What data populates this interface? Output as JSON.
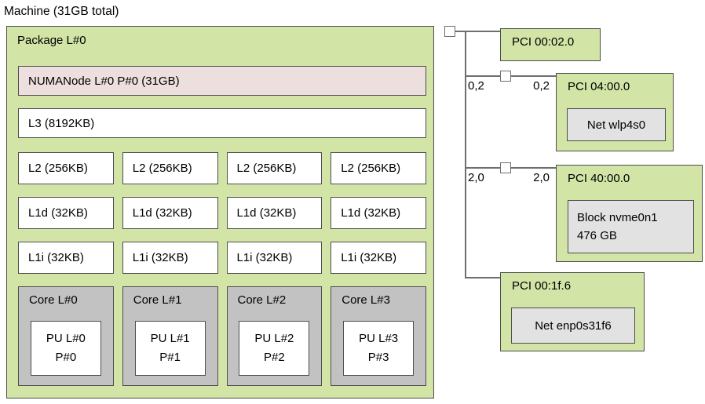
{
  "machine": {
    "title": "Machine (31GB total)"
  },
  "package": {
    "label": "Package L#0",
    "numanode": {
      "label": "NUMANode L#0 P#0 (31GB)"
    },
    "l3": {
      "label": "L3 (8192KB)"
    },
    "l2": [
      "L2 (256KB)",
      "L2 (256KB)",
      "L2 (256KB)",
      "L2 (256KB)"
    ],
    "l1d": [
      "L1d (32KB)",
      "L1d (32KB)",
      "L1d (32KB)",
      "L1d (32KB)"
    ],
    "l1i": [
      "L1i (32KB)",
      "L1i (32KB)",
      "L1i (32KB)",
      "L1i (32KB)"
    ],
    "cores": [
      {
        "label": "Core L#0",
        "pu_line1": "PU L#0",
        "pu_line2": "P#0"
      },
      {
        "label": "Core L#1",
        "pu_line1": "PU L#1",
        "pu_line2": "P#1"
      },
      {
        "label": "Core L#2",
        "pu_line1": "PU L#2",
        "pu_line2": "P#2"
      },
      {
        "label": "Core L#3",
        "pu_line1": "PU L#3",
        "pu_line2": "P#3"
      }
    ]
  },
  "pci_tree": {
    "devices": [
      {
        "label": "PCI 00:02.0"
      },
      {
        "label": "PCI 04:00.0",
        "child": "Net wlp4s0"
      },
      {
        "label": "PCI 40:00.0",
        "child_line1": "Block nvme0n1",
        "child_line2": "476 GB"
      },
      {
        "label": "PCI 00:1f.6",
        "child": "Net enp0s31f6"
      }
    ],
    "link_labels": {
      "branch2_left": "0,2",
      "branch2_right": "0,2",
      "branch3_left": "2,0",
      "branch3_right": "2,0"
    }
  },
  "colors": {
    "package_green": "#d2e4a6",
    "numanode_pink": "#eedfdf",
    "core_gray": "#c2c2c2",
    "device_gray": "#e2e2e2",
    "border": "#4d4d4d",
    "tree_line": "#6e6e6e"
  }
}
